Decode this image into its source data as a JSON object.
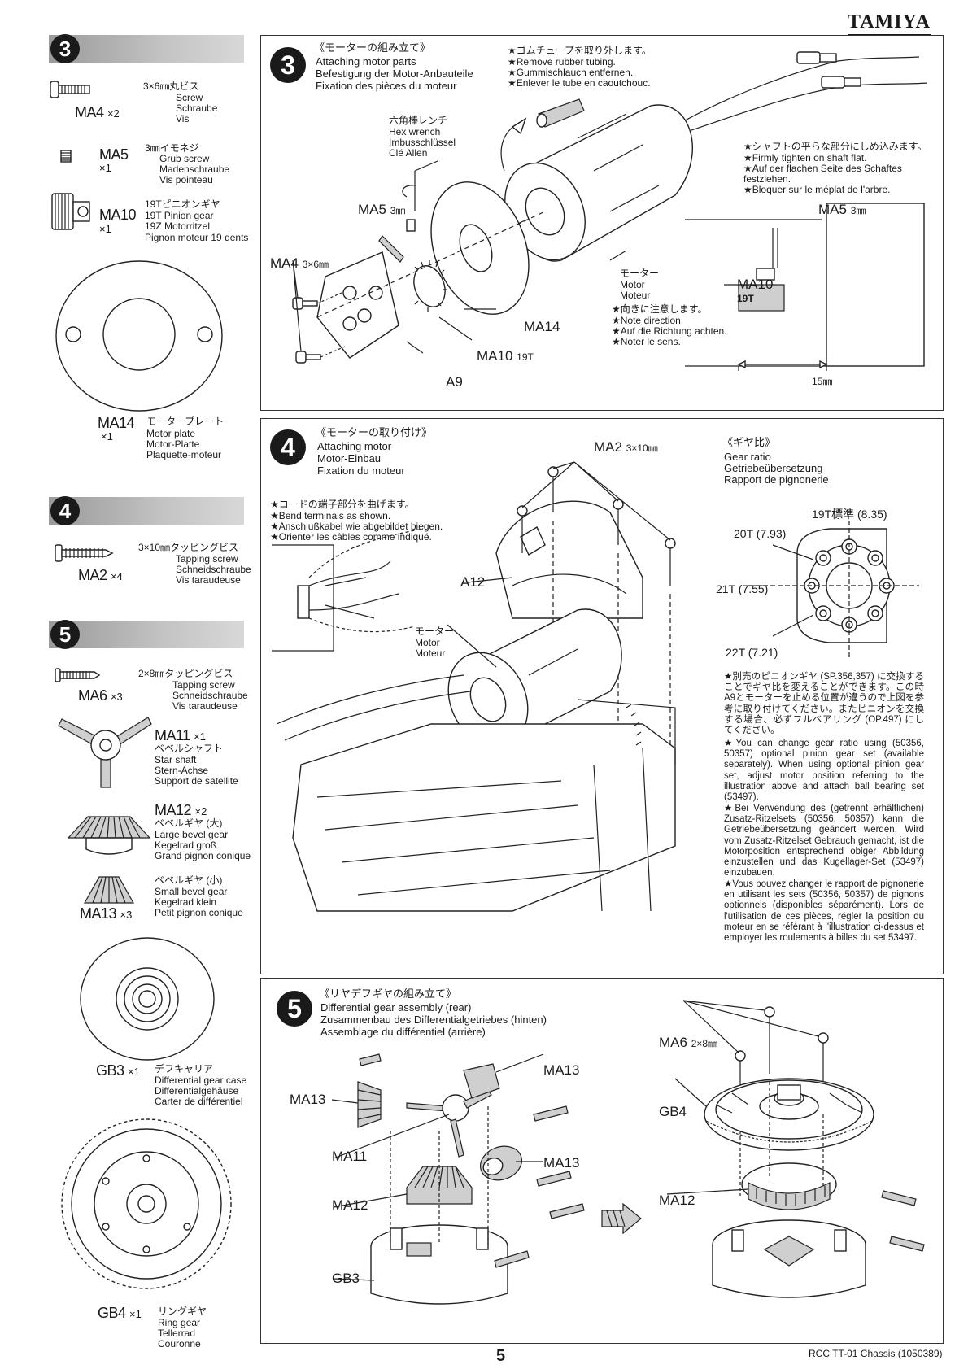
{
  "brand": "TAMIYA",
  "page_number": "5",
  "footer_title": "RCC TT-01 Chassis (1050389)",
  "sidebar": {
    "step3": {
      "number": "3",
      "parts": [
        {
          "code": "MA4",
          "qty": "×2",
          "jp": "3×6㎜丸ビス",
          "en": "Screw",
          "de": "Schraube",
          "fr": "Vis"
        },
        {
          "code": "MA5",
          "qty": "×1",
          "jp": "3㎜イモネジ",
          "en": "Grub screw",
          "de": "Madenschraube",
          "fr": "Vis pointeau"
        },
        {
          "code": "MA10",
          "qty": "×1",
          "jp": "19Tピニオンギヤ",
          "en": "19T Pinion gear",
          "de": "19Z Motorritzel",
          "fr": "Pignon moteur 19 dents"
        },
        {
          "code": "MA14",
          "qty": "×1",
          "jp": "モータープレート",
          "en": "Motor plate",
          "de": "Motor-Platte",
          "fr": "Plaquette-moteur"
        }
      ]
    },
    "step4": {
      "number": "4",
      "parts": [
        {
          "code": "MA2",
          "qty": "×4",
          "jp": "3×10㎜タッピングビス",
          "en": "Tapping screw",
          "de": "Schneidschraube",
          "fr": "Vis taraudeuse"
        }
      ]
    },
    "step5": {
      "number": "5",
      "parts": [
        {
          "code": "MA6",
          "qty": "×3",
          "jp": "2×8㎜タッピングビス",
          "en": "Tapping screw",
          "de": "Schneidschraube",
          "fr": "Vis taraudeuse"
        },
        {
          "code": "MA11",
          "qty": "×1",
          "jp": "ベベルシャフト",
          "en": "Star shaft",
          "de": "Stern-Achse",
          "fr": "Support de satellite"
        },
        {
          "code": "MA12",
          "qty": "×2",
          "jp": "ベベルギヤ (大)",
          "en": "Large bevel gear",
          "de": "Kegelrad groß",
          "fr": "Grand pignon conique"
        },
        {
          "code": "MA13",
          "qty": "×3",
          "jp": "ベベルギヤ (小)",
          "en": "Small bevel gear",
          "de": "Kegelrad klein",
          "fr": "Petit pignon conique"
        },
        {
          "code": "GB3",
          "qty": "×1",
          "jp": "デフキャリア",
          "en": "Differential gear case",
          "de": "Differentialgehäuse",
          "fr": "Carter de différentiel"
        },
        {
          "code": "GB4",
          "qty": "×1",
          "jp": "リングギヤ",
          "en": "Ring gear",
          "de": "Tellerrad",
          "fr": "Couronne"
        }
      ]
    }
  },
  "panel3": {
    "number": "3",
    "title_jp": "《モーターの組み立て》",
    "title_en": "Attaching motor parts",
    "title_de": "Befestigung der Motor-Anbauteile",
    "title_fr": "Fixation des pièces du moteur",
    "note_tubing": [
      "★ゴムチューブを取り外します。",
      "★Remove rubber tubing.",
      "★Gummischlauch entfernen.",
      "★Enlever le tube en caoutchouc."
    ],
    "hex_wrench": [
      "六角棒レンチ",
      "Hex wrench",
      "Imbusschlüssel",
      "Clé Allen"
    ],
    "note_shaft": [
      "★シャフトの平らな部分にしめ込みます。",
      "★Firmly tighten on shaft flat.",
      "★Auf der flachen Seite des Schaftes",
      "festziehen.",
      "★Bloquer sur le méplat de l'arbre."
    ],
    "motor": [
      "モーター",
      "Motor",
      "Moteur"
    ],
    "note_direction": [
      "★向きに注意します。",
      "★Note direction.",
      "★Auf die Richtung achten.",
      "★Noter le sens."
    ],
    "labels": {
      "ma5": "MA5",
      "ma5_size": "3㎜",
      "ma4": "MA4",
      "ma4_size": "3×6㎜",
      "ma14": "MA14",
      "ma10": "MA10",
      "ma10_size": "19T",
      "a9": "A9",
      "dim": "15㎜"
    }
  },
  "panel4": {
    "number": "4",
    "title_jp": "《モーターの取り付け》",
    "title_en": "Attaching motor",
    "title_de": "Motor-Einbau",
    "title_fr": "Fixation du moteur",
    "note_terminals": [
      "★コードの端子部分を曲げます。",
      "★Bend terminals as shown.",
      "★Anschlußkabel wie abgebildet biegen.",
      "★Orienter les câbles comme indiqué."
    ],
    "labels": {
      "ma2": "MA2",
      "ma2_size": "3×10㎜",
      "a12": "A12"
    },
    "motor": [
      "モーター",
      "Motor",
      "Moteur"
    ],
    "gear_ratio_title": [
      "《ギヤ比》",
      "Gear ratio",
      "Getriebeübersetzung",
      "Rapport de pignonerie"
    ],
    "ratios": {
      "std": "19T標準 (8.35)",
      "t20": "20T (7.93)",
      "t21": "21T (7.55)",
      "t22": "22T (7.21)"
    },
    "para_jp": "★別売のピニオンギヤ (SP.356,357) に交換することでギヤ比を変えることができます。この時A9とモーターを止める位置が違うので上図を参考に取り付けてください。またピニオンを交換する場合、必ずフルベアリング (OP.497) にしてください。",
    "para_en": "★You can change gear ratio using (50356, 50357) optional pinion gear set (available separately). When using optional pinion gear set, adjust motor position referring to the illustration above and attach ball bearing set (53497).",
    "para_de": "★Bei Verwendung des (getrennt erhältlichen) Zusatz-Ritzelsets (50356, 50357) kann die Getriebeübersetzung geändert werden. Wird vom Zusatz-Ritzelset Gebrauch gemacht, ist die Motorposition entsprechend obiger Abbildung einzustellen und das Kugellager-Set (53497) einzubauen.",
    "para_fr": "★Vous pouvez changer le rapport de pignonerie en utilisant les sets (50356, 50357) de pignons optionnels (disponibles séparément). Lors de l'utilisation de ces pièces, régler la position du moteur en se référant à l'illustration ci-dessus et employer les roulements à billes du set 53497."
  },
  "panel5": {
    "number": "5",
    "title_jp": "《リヤデフギヤの組み立て》",
    "title_en": "Differential gear assembly (rear)",
    "title_de": "Zusammenbau des Differentialgetriebes (hinten)",
    "title_fr": "Assemblage du différentiel (arrière)",
    "labels": {
      "ma13_a": "MA13",
      "ma13_b": "MA13",
      "ma13_c": "MA13",
      "ma11": "MA11",
      "ma12_a": "MA12",
      "gb3": "GB3",
      "ma6": "MA6",
      "ma6_size": "2×8㎜",
      "gb4": "GB4",
      "ma12_b": "MA12"
    }
  }
}
